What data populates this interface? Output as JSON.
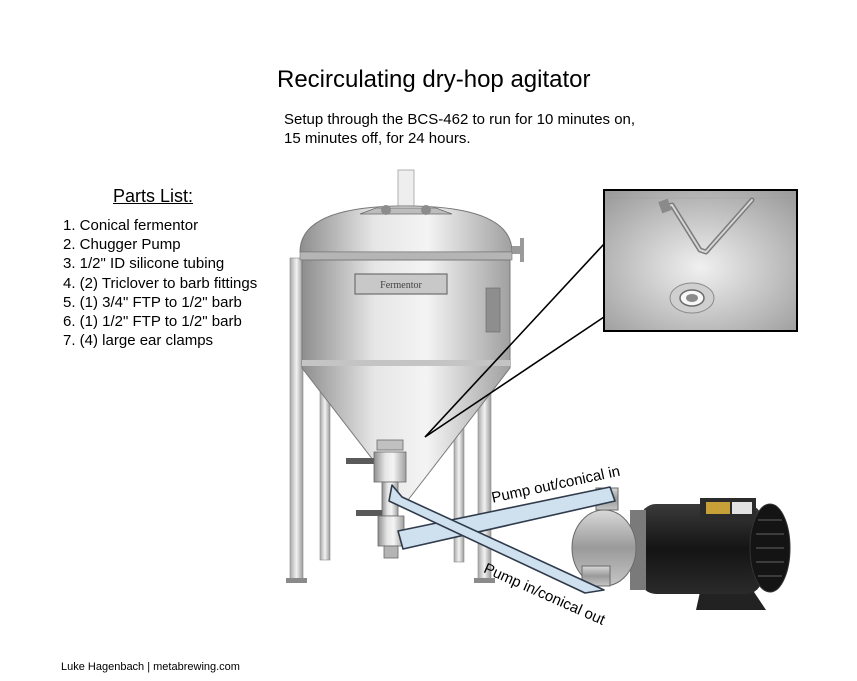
{
  "title": "Recirculating dry-hop agitator",
  "subtitle_lines": [
    "Setup through the BCS-462 to run for 10 minutes on,",
    "15 minutes off, for 24 hours."
  ],
  "parts": {
    "heading": "Parts List:",
    "items": [
      "1. Conical fermentor",
      "2. Chugger Pump",
      "3. 1/2\" ID silicone tubing",
      "4. (2) Triclover to barb fittings",
      "5. (1) 3/4\" FTP to 1/2\" barb",
      "6. (1) 1/2\" FTP to 1/2\" barb",
      "7. (4) large ear clamps"
    ]
  },
  "fermentor_label": "Fermentor",
  "tube_labels": {
    "pump_out": "Pump out/conical in",
    "pump_in": "Pump in/conical out"
  },
  "footer": "Luke Hagenbach  |  metabrewing.com",
  "colors": {
    "steel_light": "#e2e2e2",
    "steel_dark": "#9a9a9a",
    "tube_fill": "#cfe0ef",
    "tube_stroke": "#2f3a4a",
    "pump_body": "#1c1c1c"
  }
}
